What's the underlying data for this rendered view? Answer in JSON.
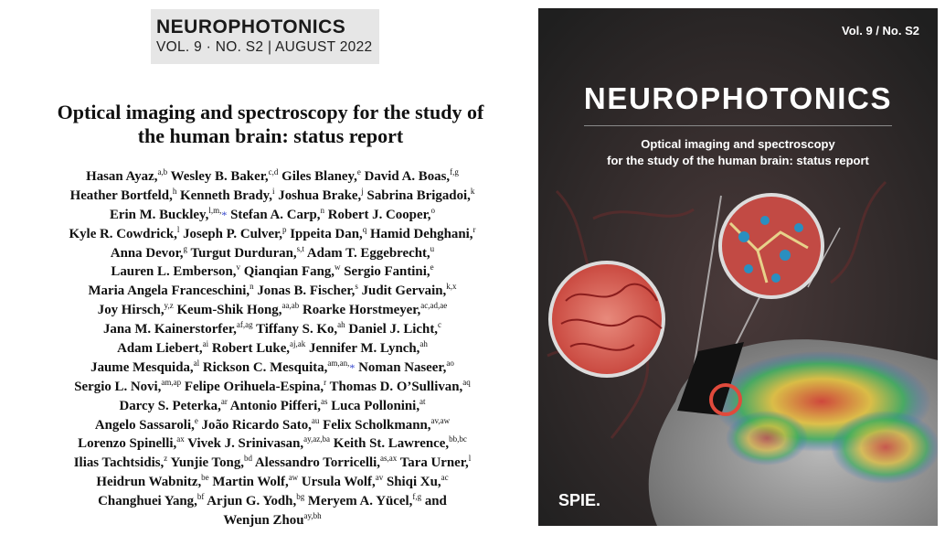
{
  "journal": {
    "name": "NEUROPHOTONICS",
    "issue": "VOL. 9 · NO. S2 | AUGUST 2022"
  },
  "paper": {
    "title_line1": "Optical imaging and spectroscopy for the study of",
    "title_line2": "the human brain: status report"
  },
  "author_lines": [
    [
      [
        "Hasan Ayaz,",
        "a,b"
      ],
      [
        "Wesley B. Baker,",
        "c,d"
      ],
      [
        "Giles Blaney,",
        "e"
      ],
      [
        "David A. Boas,",
        "f,g"
      ]
    ],
    [
      [
        "Heather Bortfeld,",
        "h"
      ],
      [
        "Kenneth Brady,",
        "i"
      ],
      [
        "Joshua Brake,",
        "j"
      ],
      [
        "Sabrina Brigadoi,",
        "k"
      ]
    ],
    [
      [
        "Erin M. Buckley,",
        "l,m,",
        "*"
      ],
      [
        "Stefan A. Carp,",
        "n"
      ],
      [
        "Robert J. Cooper,",
        "o"
      ]
    ],
    [
      [
        "Kyle R. Cowdrick,",
        "l"
      ],
      [
        "Joseph P. Culver,",
        "p"
      ],
      [
        "Ippeita Dan,",
        "q"
      ],
      [
        "Hamid Dehghani,",
        "r"
      ]
    ],
    [
      [
        "Anna Devor,",
        "g"
      ],
      [
        "Turgut Durduran,",
        "s,t"
      ],
      [
        "Adam T. Eggebrecht,",
        "u"
      ]
    ],
    [
      [
        "Lauren L. Emberson,",
        "v"
      ],
      [
        "Qianqian Fang,",
        "w"
      ],
      [
        "Sergio Fantini,",
        "e"
      ]
    ],
    [
      [
        "Maria Angela Franceschini,",
        "n"
      ],
      [
        "Jonas B. Fischer,",
        "s"
      ],
      [
        "Judit Gervain,",
        "k,x"
      ]
    ],
    [
      [
        "Joy Hirsch,",
        "y,z"
      ],
      [
        "Keum-Shik Hong,",
        "aa,ab"
      ],
      [
        "Roarke Horstmeyer,",
        "ac,ad,ae"
      ]
    ],
    [
      [
        "Jana M. Kainerstorfer,",
        "af,ag"
      ],
      [
        "Tiffany S. Ko,",
        "ah"
      ],
      [
        "Daniel J. Licht,",
        "c"
      ]
    ],
    [
      [
        "Adam Liebert,",
        "ai"
      ],
      [
        "Robert Luke,",
        "aj,ak"
      ],
      [
        "Jennifer M. Lynch,",
        "ah"
      ]
    ],
    [
      [
        "Jaume Mesquida,",
        "al"
      ],
      [
        "Rickson C. Mesquita,",
        "am,an,",
        "*"
      ],
      [
        "Noman Naseer,",
        "ao"
      ]
    ],
    [
      [
        "Sergio L. Novi,",
        "am,ap"
      ],
      [
        "Felipe Orihuela-Espina,",
        "r"
      ],
      [
        "Thomas D. O’Sullivan,",
        "aq"
      ]
    ],
    [
      [
        "Darcy S. Peterka,",
        "ar"
      ],
      [
        "Antonio Pifferi,",
        "as"
      ],
      [
        "Luca Pollonini,",
        "at"
      ]
    ],
    [
      [
        "Angelo Sassaroli,",
        "e"
      ],
      [
        "João Ricardo Sato,",
        "au"
      ],
      [
        "Felix Scholkmann,",
        "av,aw"
      ]
    ],
    [
      [
        "Lorenzo Spinelli,",
        "ax"
      ],
      [
        "Vivek J. Srinivasan,",
        "ay,az,ba"
      ],
      [
        "Keith St. Lawrence,",
        "bb,bc"
      ]
    ],
    [
      [
        "Ilias Tachtsidis,",
        "z"
      ],
      [
        "Yunjie Tong,",
        "bd"
      ],
      [
        "Alessandro Torricelli,",
        "as,ax"
      ],
      [
        "Tara Urner,",
        "l"
      ]
    ],
    [
      [
        "Heidrun Wabnitz,",
        "be"
      ],
      [
        "Martin Wolf,",
        "aw"
      ],
      [
        "Ursula Wolf,",
        "av"
      ],
      [
        "Shiqi Xu,",
        "ac"
      ]
    ],
    [
      [
        "Changhuei Yang,",
        "bf"
      ],
      [
        "Arjun G. Yodh,",
        "bg"
      ],
      [
        "Meryem A. Yücel,",
        "f,g"
      ],
      [
        "and",
        ""
      ]
    ],
    [
      [
        "Wenjun Zhou",
        "ay,bh"
      ]
    ]
  ],
  "cover": {
    "volume": "Vol. 9 / No. S2",
    "title": "NEUROPHOTONICS",
    "subtitle_line1": "Optical imaging and spectroscopy",
    "subtitle_line2": "for the study of the human brain: status report",
    "publisher": "SPIE.",
    "colors": {
      "background": "#2b2b2b",
      "vessel_red": "#b3262d",
      "blood_cell_blue": "#2a8fc0",
      "activation_red": "#d7392b",
      "activation_yellow": "#e6c43a",
      "activation_green": "#3cae5c",
      "activation_blue": "#2c66c9",
      "probe_black": "#111111"
    }
  }
}
